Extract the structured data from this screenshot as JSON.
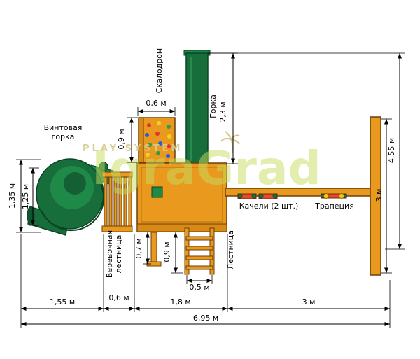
{
  "watermark": {
    "tagline": "PLAY SYSTEM",
    "brand": "IgraGrad"
  },
  "labels": {
    "spiral_slide_line1": "Винтовая",
    "spiral_slide_line2": "горка",
    "climbing_wall": "Скалодром",
    "slide": "Горка",
    "rope_ladder_line1": "Веревочная",
    "rope_ladder_line2": "лестница",
    "ladder": "Лестница",
    "swings": "Качели (2 шт.)",
    "trapeze": "Трапеция"
  },
  "dim": {
    "wall_w": "0,6 м",
    "wall_h": "0,9 м",
    "slide_h": "2,3 м",
    "total_h": "4,55 м",
    "post_h": "3 м",
    "spiral_h1": "1,35 м",
    "spiral_h2": "1,25 м",
    "step_h": "0,7 м",
    "ladder_h": "0,9 м",
    "ladder_w": "0,5 м",
    "span1": "1,55 м",
    "span2": "0,6 м",
    "span3": "1,8 м",
    "span4": "3 м",
    "total": "6,95 м"
  }
}
